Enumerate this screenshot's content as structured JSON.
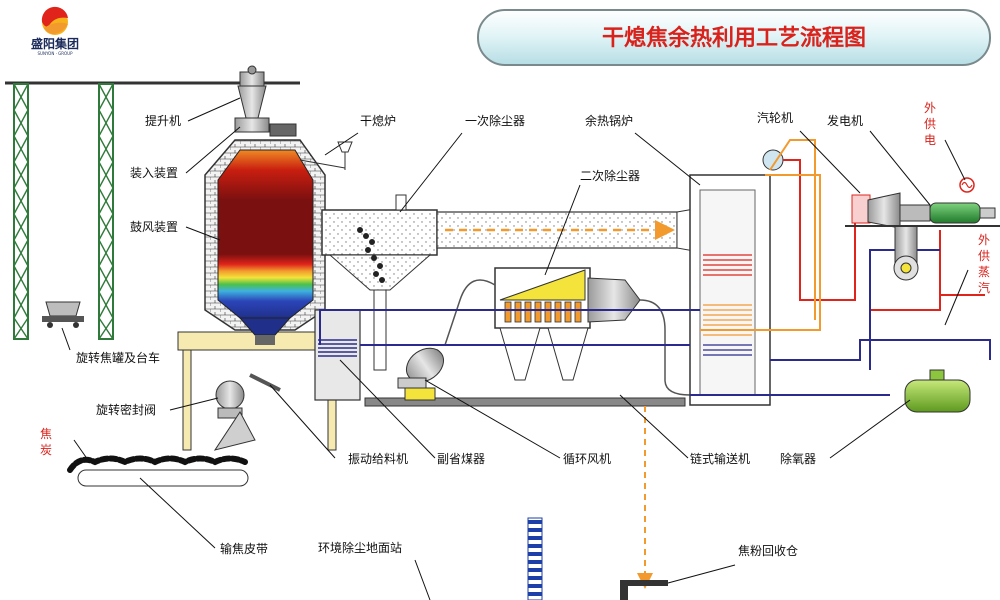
{
  "title": "干熄焦余热利用工艺流程图",
  "logo": {
    "name": "盛阳集团",
    "tagline": "SUNYON · GROUP"
  },
  "labels": {
    "hoist": "提升机",
    "charging": "装入装置",
    "blower": "鼓风装置",
    "cdq_furnace": "干熄炉",
    "primary_dust": "一次除尘器",
    "secondary_dust": "二次除尘器",
    "waste_heat_boiler": "余热锅炉",
    "turbine": "汽轮机",
    "generator": "发电机",
    "rotary_tank": "旋转焦罐及台车",
    "rotary_valve": "旋转密封阀",
    "vibrating_feeder": "振动给料机",
    "economizer": "副省煤器",
    "circulating_fan": "循环风机",
    "chain_conveyor": "链式输送机",
    "deaerator": "除氧器",
    "coke_belt": "输焦皮带",
    "env_dust_station": "环境除尘地面站",
    "coke_powder_bin": "焦粉回收仓"
  },
  "side_labels": {
    "power_out": [
      "外",
      "供",
      "电"
    ],
    "steam_out": [
      "外",
      "供",
      "蒸",
      "汽"
    ],
    "coke": [
      "焦",
      "炭"
    ]
  },
  "colors": {
    "title_red": "#d9221b",
    "steel_green": "#2f7a3a",
    "gas_blue": "#2b2b8f",
    "steam_red": "#e0241b",
    "water_orange": "#f29a2e",
    "deaerator_green": "#8cc63f",
    "furnace_maroon": "#7a1010",
    "coke_orange": "#f08a24"
  }
}
